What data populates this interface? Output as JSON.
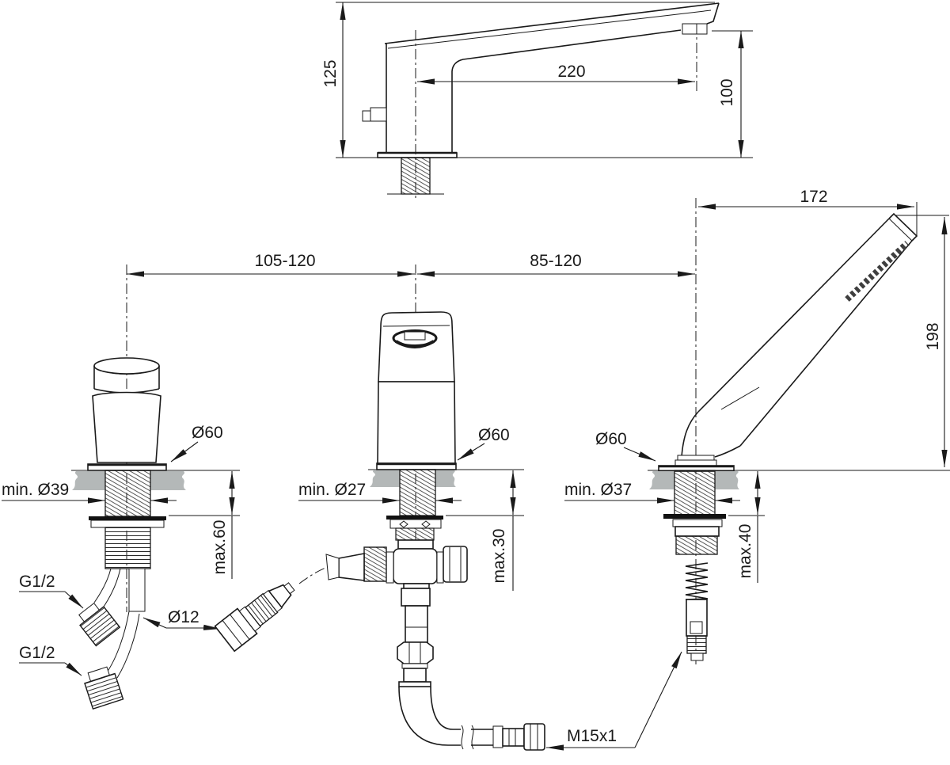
{
  "colors": {
    "line": "#1a1a1a",
    "deck_gray": "#b4b8b8",
    "nozzle_gray": "#3f3f3f",
    "background": "#ffffff"
  },
  "dims": {
    "spout_height": "125",
    "spout_reach": "220",
    "spout_outlet_height": "100",
    "spacing_left": "105-120",
    "spacing_right": "85-120",
    "shower_reach": "172",
    "shower_height": "198",
    "left_valve_base": "Ø60",
    "left_valve_hole": "min. Ø39",
    "left_valve_deck": "max.60",
    "left_valve_inlet_top": "G1/2",
    "left_valve_inlet_bottom": "G1/2",
    "left_valve_pipe": "Ø12",
    "middle_valve_base": "Ø60",
    "middle_valve_hole": "min. Ø27",
    "middle_valve_deck": "max.30",
    "shower_base": "Ø60",
    "shower_hole": "min. Ø37",
    "shower_deck": "max.40",
    "shower_hose_thread": "M15x1"
  }
}
